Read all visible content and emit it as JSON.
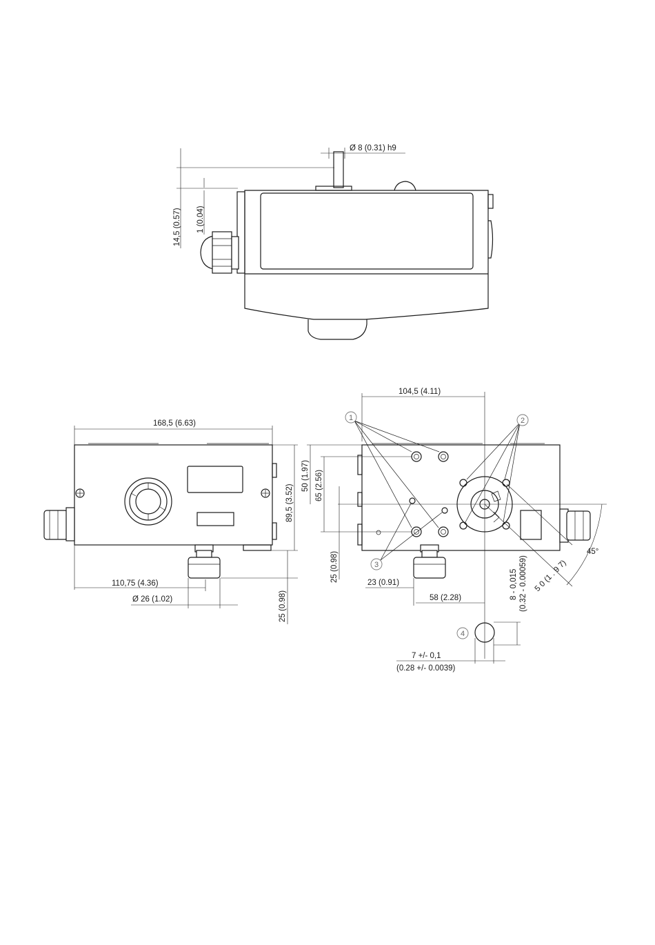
{
  "top_view": {
    "shaft_diameter": "Ø 8 (0.31) h9",
    "height_offset": "14,5 (0.57)",
    "shaft_step": "1 (0.04)"
  },
  "front_view": {
    "width": "168,5 (6.63)",
    "height": "89,5 (3.52)",
    "center_offset": "110,75 (4.36)",
    "gland_diameter": "Ø 26 (1.02)",
    "gland_length": "25 (0.98)"
  },
  "side_view": {
    "width": "104,5 (4.11)",
    "height_50": "50 (1.97)",
    "height_65": "65 (2.56)",
    "height_25": "25 (0.98)",
    "offset_23": "23 (0.91)",
    "offset_58": "58 (2.28)",
    "shaft_tolerance_metric": "8 - 0,015",
    "shaft_tolerance_inch": "(0.32 - 0.00059)",
    "radius_50": "5 0  (1 . 9 7)",
    "angle": "45°",
    "flat_metric": "7 +/- 0,1",
    "flat_inch": "(0.28 +/- 0.0039)"
  },
  "callouts": [
    "1",
    "2",
    "3",
    "4"
  ]
}
